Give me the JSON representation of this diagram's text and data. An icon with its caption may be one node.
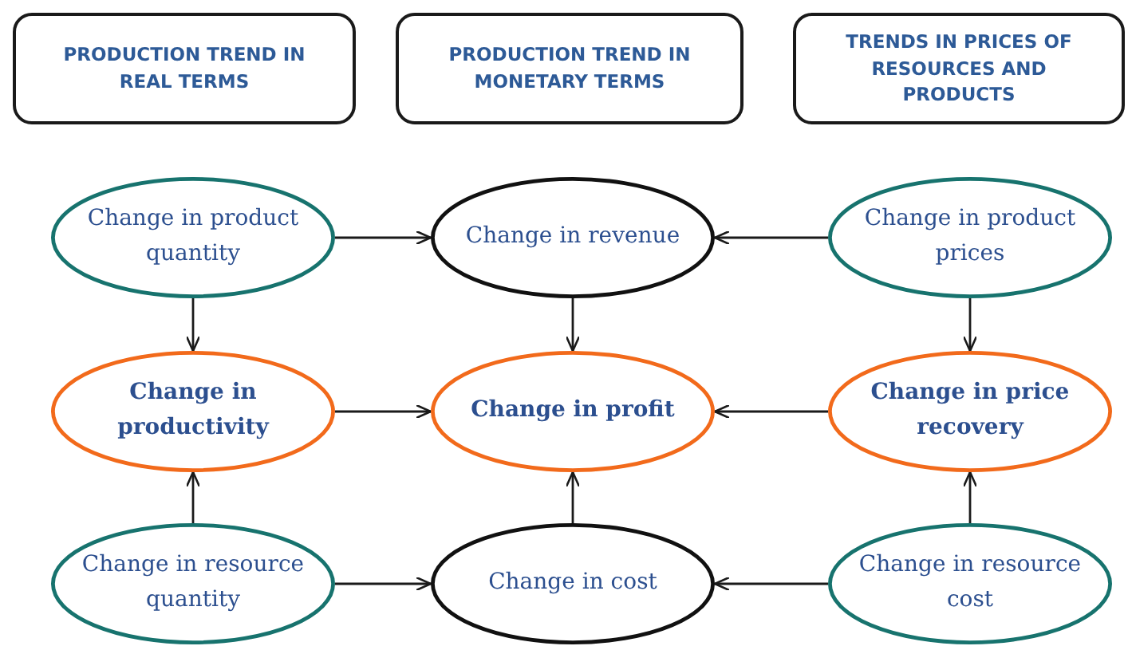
{
  "diagram": {
    "nodes": [
      {
        "text": [
          "PRODUCTION TREND IN REAL TERMS"
        ]
      },
      {
        "text": [
          "PRODUCTION TREND IN MONETARY TERMS"
        ]
      },
      {
        "text": [
          "TRENDS IN PRICES OF RESOURCES AND PRODUCTS"
        ]
      },
      {
        "text": [
          "Change in product quantity"
        ]
      },
      {
        "text": [
          "Change in revenue"
        ]
      },
      {
        "text": [
          "Change in product prices"
        ]
      },
      {
        "text": [
          "Change in productivity"
        ]
      },
      {
        "text": [
          "Change in profit"
        ]
      },
      {
        "text": [
          "Change in price recovery"
        ]
      },
      {
        "text": [
          "Change in resource quantity"
        ]
      },
      {
        "text": [
          "Change in cost"
        ]
      },
      {
        "text": [
          "Change in resource cost"
        ]
      }
    ],
    "edges": [
      {
        "from": 3,
        "to": 4,
        "arrow": "to"
      },
      {
        "from": 5,
        "to": 4,
        "arrow": "to"
      },
      {
        "from": 3,
        "to": 6,
        "arrow": "to"
      },
      {
        "from": 4,
        "to": 7,
        "arrow": "to"
      },
      {
        "from": 5,
        "to": 8,
        "arrow": "to"
      },
      {
        "from": 6,
        "to": 7,
        "arrow": "to"
      },
      {
        "from": 8,
        "to": 7,
        "arrow": "to"
      },
      {
        "from": 9,
        "to": 6,
        "arrow": "to"
      },
      {
        "from": 10,
        "to": 7,
        "arrow": "to"
      },
      {
        "from": 11,
        "to": 8,
        "arrow": "to"
      },
      {
        "from": 9,
        "to": 10,
        "arrow": "to"
      },
      {
        "from": 11,
        "to": 10,
        "arrow": "to"
      }
    ]
  }
}
